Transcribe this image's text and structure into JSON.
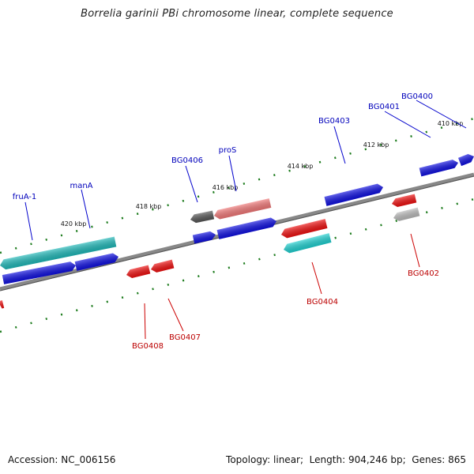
{
  "title": "Borrelia garinii PBi chromosome linear, complete sequence",
  "footer": {
    "accession_label": "Accession:",
    "accession": "NC_006156",
    "topology_label": "Topology:",
    "topology": "linear",
    "length_label": "Length:",
    "length": "904,246 bp",
    "genes_label": "Genes:",
    "genes": "865"
  },
  "colors": {
    "background": "#ffffff",
    "backbone": "#888888",
    "tick": "#1a7a1a",
    "forward_label": "#0000bb",
    "reverse_label": "#bb0000",
    "gene_blue": "#1010e0",
    "gene_red": "#ee1010",
    "gene_cyan": "#20d0d0",
    "gene_teal": "#20b8b8",
    "gene_salmon": "#f07878",
    "gene_darkgray": "#555555",
    "gene_lightgray": "#bbbbbb"
  },
  "scale_labels": [
    "410 kbp",
    "412 kbp",
    "414 kbp",
    "416 kbp",
    "418 kbp",
    "420 kbp"
  ],
  "genes": [
    {
      "name": "BG0400",
      "strand": "forward",
      "color": "gene_blue"
    },
    {
      "name": "BG0401",
      "strand": "forward",
      "color": "gene_blue"
    },
    {
      "name": "BG0402",
      "strand": "reverse",
      "color": "gene_red"
    },
    {
      "name": "BG0403",
      "strand": "forward",
      "color": "gene_blue"
    },
    {
      "name": "BG0404",
      "strand": "reverse",
      "color": "gene_red"
    },
    {
      "name": "proS",
      "strand": "forward",
      "color": "gene_salmon"
    },
    {
      "name": "BG0406",
      "strand": "forward",
      "color": "gene_darkgray"
    },
    {
      "name": "BG0407",
      "strand": "reverse",
      "color": "gene_red"
    },
    {
      "name": "BG0408",
      "strand": "reverse",
      "color": "gene_red"
    },
    {
      "name": "manA",
      "strand": "forward",
      "color": "gene_blue"
    },
    {
      "name": "fruA-1",
      "strand": "forward",
      "color": "gene_teal"
    }
  ]
}
